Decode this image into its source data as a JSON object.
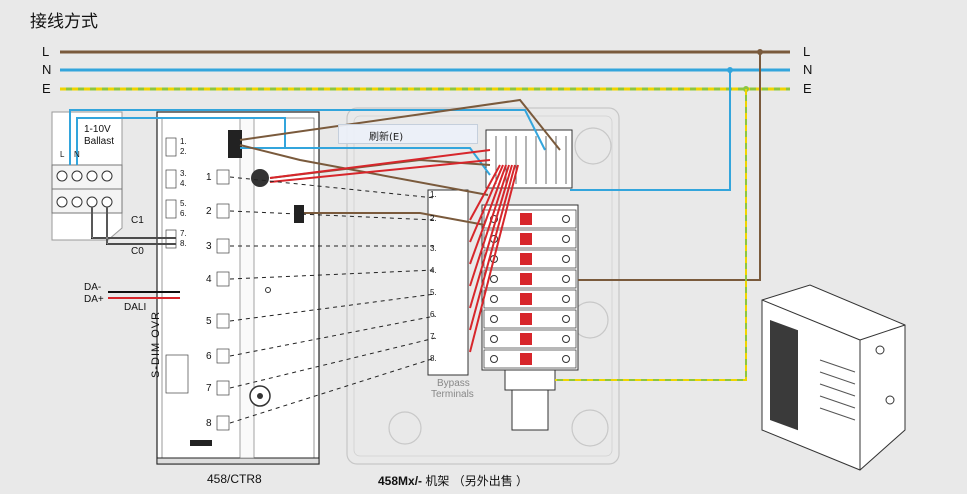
{
  "title": "接线方式",
  "bus": {
    "L": "L",
    "N": "N",
    "E": "E"
  },
  "ballast": {
    "label1": "1-10V",
    "label2": "Ballast",
    "L": "L",
    "N": "N"
  },
  "signals": {
    "c1": "C1",
    "c0": "C0",
    "da_minus": "DA-",
    "da_plus": "DA+",
    "dali": "DALI"
  },
  "controller": {
    "terminals": [
      "1.",
      "2.",
      "3.",
      "4.",
      "5.",
      "6.",
      "7.",
      "8."
    ],
    "channels": [
      "1",
      "2",
      "3",
      "4",
      "5",
      "6",
      "7",
      "8"
    ],
    "sdim": "S-DIM OVR",
    "caption": "458/CTR8"
  },
  "cabinet": {
    "terminals": [
      "1.",
      "2.",
      "3.",
      "4.",
      "5.",
      "6.",
      "7.",
      "8."
    ],
    "bypass1": "Bypass",
    "bypass2": "Terminals",
    "caption_bold": "458Mx/-",
    "caption_rest": " 机架 （另外出售 ）"
  },
  "context_menu": {
    "refresh": "刷新(E)"
  },
  "colors": {
    "live": "#7a5a3c",
    "neutral": "#33a5dc",
    "earth_green": "#8dc63f",
    "earth_yellow": "#f0d400",
    "signal_red": "#d7262b"
  }
}
